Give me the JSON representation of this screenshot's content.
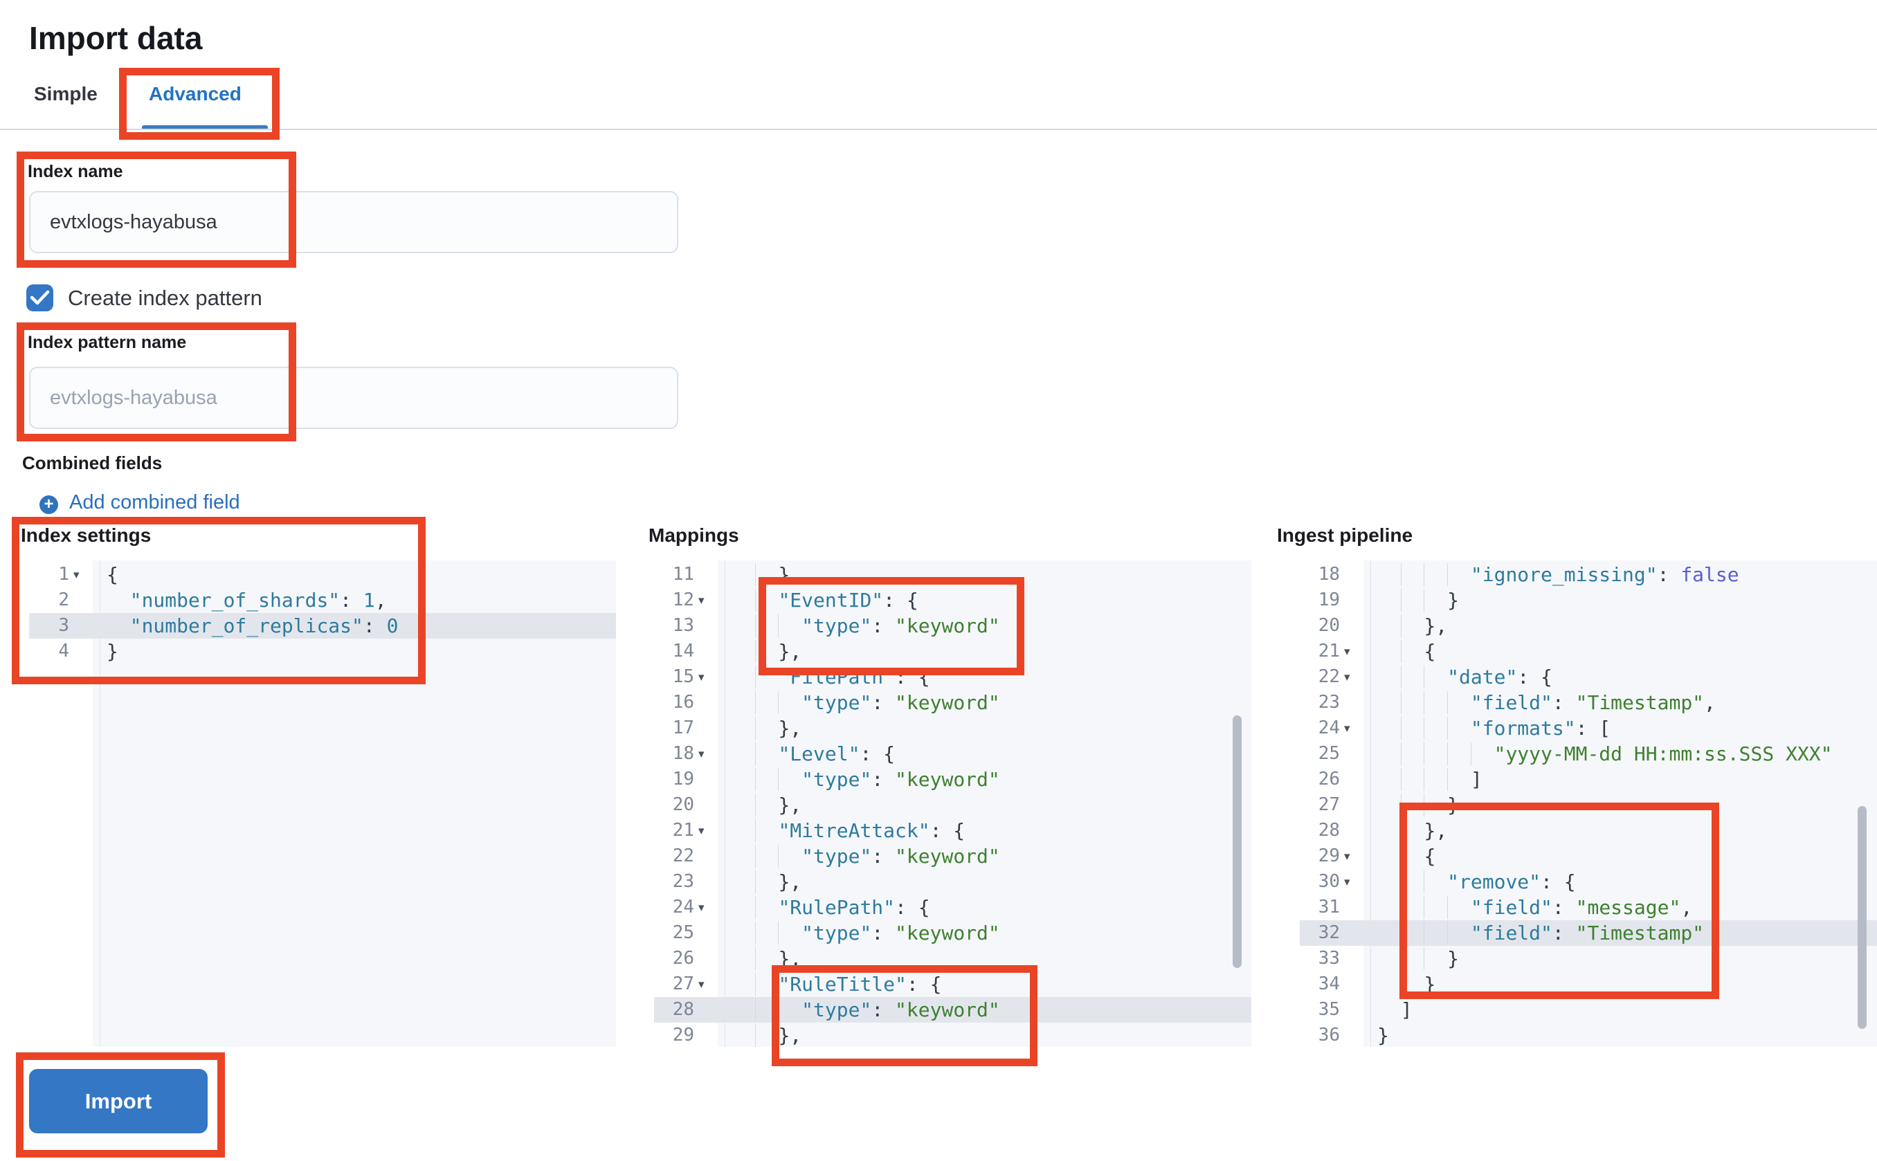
{
  "page": {
    "title": "Import data"
  },
  "tabs": [
    {
      "label": "Simple",
      "selected": false
    },
    {
      "label": "Advanced",
      "selected": true
    }
  ],
  "form": {
    "index_name": {
      "label": "Index name",
      "value": "evtxlogs-hayabusa"
    },
    "create_index_pattern": {
      "label": "Create index pattern",
      "checked": true
    },
    "index_pattern_name": {
      "label": "Index pattern name",
      "placeholder": "evtxlogs-hayabusa"
    },
    "combined_fields": {
      "label": "Combined fields",
      "add_label": "Add combined field"
    }
  },
  "editors": [
    {
      "id": "index-settings",
      "label": "Index settings",
      "highlight_line": 3,
      "lines": [
        {
          "num": 1,
          "fold": true,
          "ind": 0,
          "tok": [
            [
              "pun",
              "{"
            ]
          ]
        },
        {
          "num": 2,
          "ind": 2,
          "tok": [
            [
              "key",
              "\"number_of_shards\""
            ],
            [
              "pun",
              ": "
            ],
            [
              "num",
              "1"
            ],
            [
              "pun",
              ","
            ]
          ]
        },
        {
          "num": 3,
          "ind": 2,
          "tok": [
            [
              "key",
              "\"number_of_replicas\""
            ],
            [
              "pun",
              ": "
            ],
            [
              "num",
              "0"
            ]
          ]
        },
        {
          "num": 4,
          "ind": 0,
          "tok": [
            [
              "pun",
              "}"
            ]
          ]
        }
      ]
    },
    {
      "id": "mappings",
      "label": "Mappings",
      "highlight_line": 28,
      "lines": [
        {
          "num": 11,
          "ind": 4,
          "tok": [
            [
              "pun",
              "},"
            ]
          ]
        },
        {
          "num": 12,
          "fold": true,
          "ind": 4,
          "tok": [
            [
              "key",
              "\"EventID\""
            ],
            [
              "pun",
              ": {"
            ]
          ]
        },
        {
          "num": 13,
          "ind": 6,
          "tok": [
            [
              "key",
              "\"type\""
            ],
            [
              "pun",
              ": "
            ],
            [
              "str",
              "\"keyword\""
            ]
          ]
        },
        {
          "num": 14,
          "ind": 4,
          "tok": [
            [
              "pun",
              "},"
            ]
          ]
        },
        {
          "num": 15,
          "fold": true,
          "ind": 4,
          "tok": [
            [
              "key",
              "\"FilePath\""
            ],
            [
              "pun",
              ": {"
            ]
          ]
        },
        {
          "num": 16,
          "ind": 6,
          "tok": [
            [
              "key",
              "\"type\""
            ],
            [
              "pun",
              ": "
            ],
            [
              "str",
              "\"keyword\""
            ]
          ]
        },
        {
          "num": 17,
          "ind": 4,
          "tok": [
            [
              "pun",
              "},"
            ]
          ]
        },
        {
          "num": 18,
          "fold": true,
          "ind": 4,
          "tok": [
            [
              "key",
              "\"Level\""
            ],
            [
              "pun",
              ": {"
            ]
          ]
        },
        {
          "num": 19,
          "ind": 6,
          "tok": [
            [
              "key",
              "\"type\""
            ],
            [
              "pun",
              ": "
            ],
            [
              "str",
              "\"keyword\""
            ]
          ]
        },
        {
          "num": 20,
          "ind": 4,
          "tok": [
            [
              "pun",
              "},"
            ]
          ]
        },
        {
          "num": 21,
          "fold": true,
          "ind": 4,
          "tok": [
            [
              "key",
              "\"MitreAttack\""
            ],
            [
              "pun",
              ": {"
            ]
          ]
        },
        {
          "num": 22,
          "ind": 6,
          "tok": [
            [
              "key",
              "\"type\""
            ],
            [
              "pun",
              ": "
            ],
            [
              "str",
              "\"keyword\""
            ]
          ]
        },
        {
          "num": 23,
          "ind": 4,
          "tok": [
            [
              "pun",
              "},"
            ]
          ]
        },
        {
          "num": 24,
          "fold": true,
          "ind": 4,
          "tok": [
            [
              "key",
              "\"RulePath\""
            ],
            [
              "pun",
              ": {"
            ]
          ]
        },
        {
          "num": 25,
          "ind": 6,
          "tok": [
            [
              "key",
              "\"type\""
            ],
            [
              "pun",
              ": "
            ],
            [
              "str",
              "\"keyword\""
            ]
          ]
        },
        {
          "num": 26,
          "ind": 4,
          "tok": [
            [
              "pun",
              "},"
            ]
          ]
        },
        {
          "num": 27,
          "fold": true,
          "ind": 4,
          "tok": [
            [
              "key",
              "\"RuleTitle\""
            ],
            [
              "pun",
              ": {"
            ]
          ]
        },
        {
          "num": 28,
          "ind": 6,
          "tok": [
            [
              "key",
              "\"type\""
            ],
            [
              "pun",
              ": "
            ],
            [
              "str",
              "\"keyword\""
            ]
          ]
        },
        {
          "num": 29,
          "ind": 4,
          "tok": [
            [
              "pun",
              "},"
            ]
          ]
        }
      ]
    },
    {
      "id": "ingest-pipeline",
      "label": "Ingest pipeline",
      "highlight_line": 32,
      "lines": [
        {
          "num": 18,
          "ind": 8,
          "tok": [
            [
              "key",
              "\"ignore_missing\""
            ],
            [
              "pun",
              ": "
            ],
            [
              "bool",
              "false"
            ]
          ]
        },
        {
          "num": 19,
          "ind": 6,
          "tok": [
            [
              "pun",
              "}"
            ]
          ]
        },
        {
          "num": 20,
          "ind": 4,
          "tok": [
            [
              "pun",
              "},"
            ]
          ]
        },
        {
          "num": 21,
          "fold": true,
          "ind": 4,
          "tok": [
            [
              "pun",
              "{"
            ]
          ]
        },
        {
          "num": 22,
          "fold": true,
          "ind": 6,
          "tok": [
            [
              "key",
              "\"date\""
            ],
            [
              "pun",
              ": {"
            ]
          ]
        },
        {
          "num": 23,
          "ind": 8,
          "tok": [
            [
              "key",
              "\"field\""
            ],
            [
              "pun",
              ": "
            ],
            [
              "str",
              "\"Timestamp\""
            ],
            [
              "pun",
              ","
            ]
          ]
        },
        {
          "num": 24,
          "fold": true,
          "ind": 8,
          "tok": [
            [
              "key",
              "\"formats\""
            ],
            [
              "pun",
              ": ["
            ]
          ]
        },
        {
          "num": 25,
          "ind": 10,
          "tok": [
            [
              "str",
              "\"yyyy-MM-dd HH:mm:ss.SSS XXX\""
            ]
          ]
        },
        {
          "num": 26,
          "ind": 8,
          "tok": [
            [
              "pun",
              "]"
            ]
          ]
        },
        {
          "num": 27,
          "ind": 6,
          "tok": [
            [
              "pun",
              "}"
            ]
          ]
        },
        {
          "num": 28,
          "ind": 4,
          "tok": [
            [
              "pun",
              "},"
            ]
          ]
        },
        {
          "num": 29,
          "fold": true,
          "ind": 4,
          "tok": [
            [
              "pun",
              "{"
            ]
          ]
        },
        {
          "num": 30,
          "fold": true,
          "ind": 6,
          "tok": [
            [
              "key",
              "\"remove\""
            ],
            [
              "pun",
              ": {"
            ]
          ]
        },
        {
          "num": 31,
          "ind": 8,
          "tok": [
            [
              "key",
              "\"field\""
            ],
            [
              "pun",
              ": "
            ],
            [
              "str",
              "\"message\""
            ],
            [
              "pun",
              ","
            ]
          ]
        },
        {
          "num": 32,
          "ind": 8,
          "tok": [
            [
              "key",
              "\"field\""
            ],
            [
              "pun",
              ": "
            ],
            [
              "str",
              "\"Timestamp\""
            ]
          ]
        },
        {
          "num": 33,
          "ind": 6,
          "tok": [
            [
              "pun",
              "}"
            ]
          ]
        },
        {
          "num": 34,
          "ind": 4,
          "tok": [
            [
              "pun",
              "}"
            ]
          ]
        },
        {
          "num": 35,
          "ind": 2,
          "tok": [
            [
              "pun",
              "]"
            ]
          ]
        },
        {
          "num": 36,
          "ind": 0,
          "tok": [
            [
              "pun",
              "}"
            ]
          ]
        }
      ]
    }
  ],
  "import_button": {
    "label": "Import"
  },
  "colors": {
    "accent_blue": "#3377c5",
    "tab_blue": "#2273c3",
    "link_blue": "#2a6fba",
    "annotation_red": "#ea4426",
    "code_key": "#2e7b9e",
    "code_string": "#3f8030",
    "code_bool": "#5a5fcf",
    "code_number": "#2e7b9e",
    "line_highlight": "#e2e6ec"
  },
  "annotations": {
    "color": "#ea4426",
    "targets": [
      "advanced-tab",
      "index-name-field",
      "index-pattern-name-field",
      "index-settings-editor",
      "mappings-eventid-block",
      "mappings-ruletitle-block",
      "ingest-remove-block",
      "import-button"
    ]
  }
}
